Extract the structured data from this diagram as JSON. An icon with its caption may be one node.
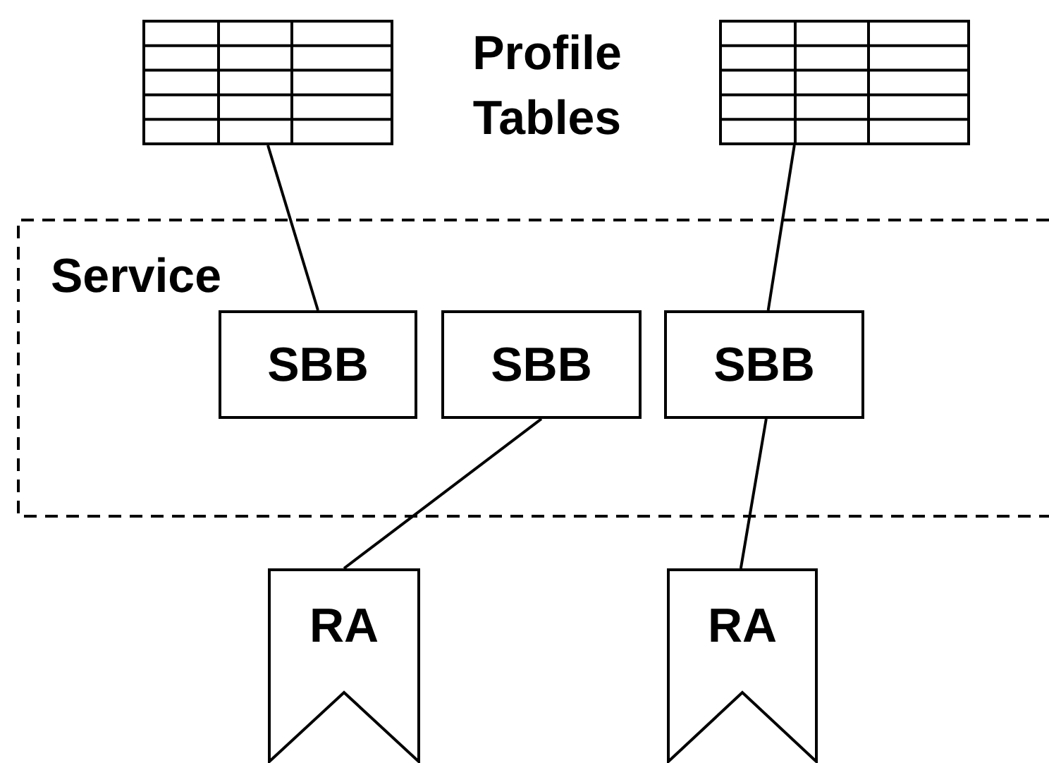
{
  "diagram": {
    "nodes": [
      {
        "text": [],
        "shape": "table"
      },
      {
        "text": [],
        "shape": "table"
      },
      {
        "text": [
          "Service"
        ]
      },
      {
        "text": [
          "SBB"
        ],
        "in": 2
      },
      {
        "text": [
          "SBB"
        ],
        "in": 2
      },
      {
        "text": [
          "SBB"
        ],
        "in": 2
      },
      {
        "text": [
          "RA"
        ]
      },
      {
        "text": [
          "RA"
        ]
      }
    ],
    "edges": [
      {
        "from": 0,
        "to": 3,
        "arrow": "none"
      },
      {
        "from": 1,
        "to": 5,
        "arrow": "none"
      },
      {
        "from": 4,
        "to": 6,
        "arrow": "none"
      },
      {
        "from": 5,
        "to": 7,
        "arrow": "none"
      }
    ],
    "labels": [
      "Profile Tables"
    ]
  }
}
